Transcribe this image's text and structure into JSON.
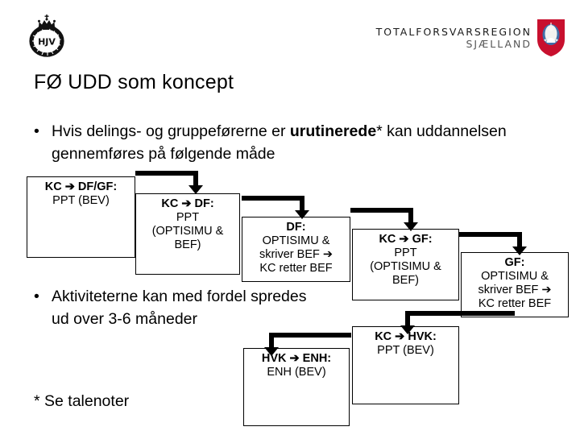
{
  "header": {
    "left_logo_name": "hjemmevaernet-crest-logo",
    "left_logo_text": "HJV",
    "org_line1": "TOTALFORSVARSREGION",
    "org_line2": "SJÆLLAND",
    "crest_name": "sjaelland-shield-crest",
    "crest_color": "#C8102E"
  },
  "title": "FØ UDD som koncept",
  "bullets": [
    {
      "marker": "•",
      "pre": "Hvis delings- og gruppeførerne er ",
      "bold": "urutinerede",
      "post": "* kan uddannelsen gennemføres på følgende måde"
    },
    {
      "marker": "•",
      "pre": "Aktiviteterne kan med fordel spredes ud over 3-6 måneder",
      "bold": "",
      "post": ""
    }
  ],
  "footnote": "* Se talenoter",
  "flow": {
    "boxes": [
      {
        "id": "kc-df-gf",
        "head": "KC ➔ DF/GF:",
        "body": "PPT (BEV)"
      },
      {
        "id": "kc-df",
        "head": "KC ➔ DF:",
        "body": "PPT\n(OPTISIMU &\nBEF)"
      },
      {
        "id": "df",
        "head": "DF:",
        "body": "OPTISIMU &\nskriver BEF ➔\nKC retter BEF"
      },
      {
        "id": "kc-gf",
        "head": "KC ➔ GF:",
        "body": "PPT\n(OPTISIMU &\nBEF)"
      },
      {
        "id": "gf",
        "head": "GF:",
        "body": "OPTISIMU &\nskriver BEF ➔\nKC retter BEF"
      },
      {
        "id": "hvk-enh",
        "head": "HVK ➔ ENH:",
        "body": "ENH (BEV)"
      },
      {
        "id": "kc-hvk",
        "head": "KC ➔ HVK:",
        "body": "PPT (BEV)"
      }
    ],
    "connector_count": 6
  }
}
